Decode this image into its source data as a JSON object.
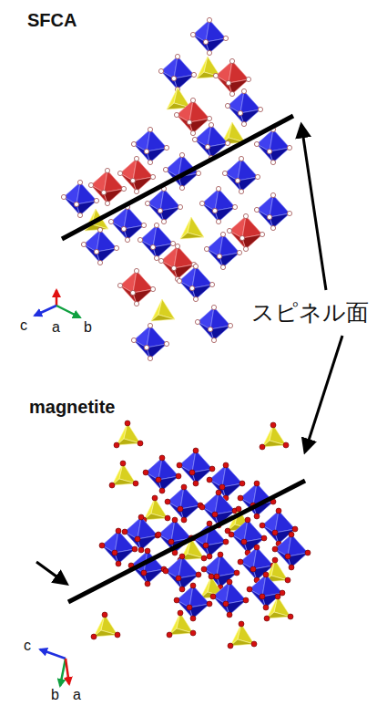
{
  "diagram": {
    "labels": [
      "SFCA",
      "c",
      "a",
      "b",
      "スピネル面",
      "magnetite",
      "c",
      "b",
      "a"
    ]
  }
}
